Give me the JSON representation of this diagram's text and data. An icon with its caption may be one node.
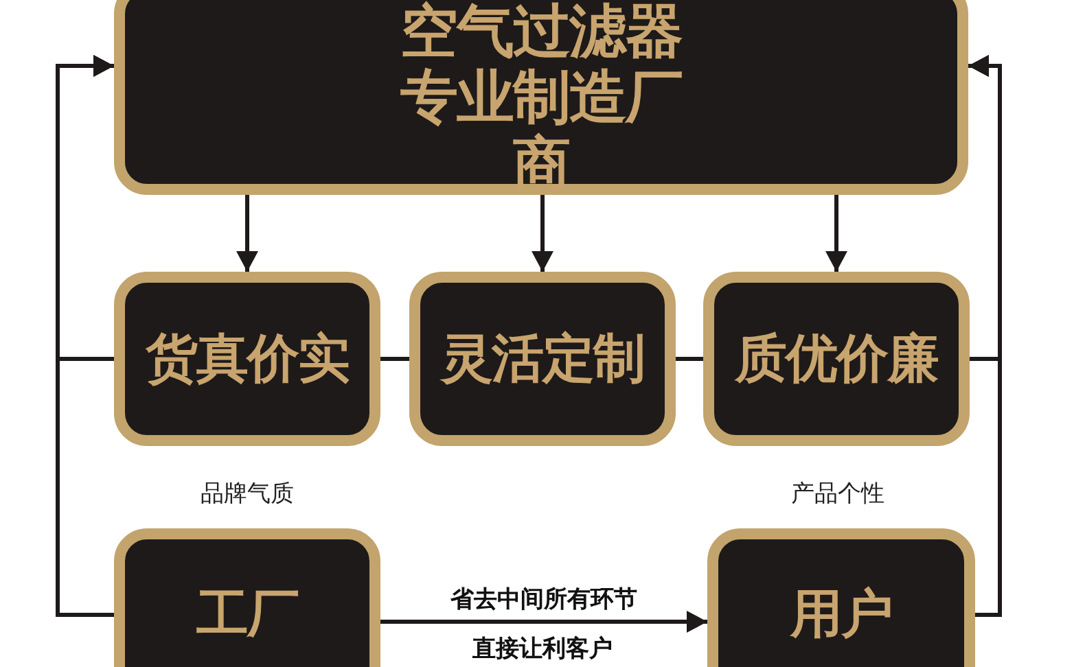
{
  "diagram": {
    "nodes": [
      {
        "text": [
          "空气过滤器专业制造厂商"
        ]
      },
      {
        "text": [
          "货真价实"
        ]
      },
      {
        "text": [
          "灵活定制"
        ]
      },
      {
        "text": [
          "质优价廉"
        ]
      },
      {
        "text": [
          "工厂"
        ],
        "beside": [
          "品牌气质"
        ]
      },
      {
        "text": [
          "用户"
        ],
        "beside": [
          "产品个性"
        ]
      }
    ],
    "edges": [
      {
        "from": 0,
        "to": 1,
        "arrow": "to"
      },
      {
        "from": 0,
        "to": 2,
        "arrow": "to"
      },
      {
        "from": 0,
        "to": 3,
        "arrow": "to"
      },
      {
        "from": 1,
        "to": 2,
        "arrow": "none"
      },
      {
        "from": 2,
        "to": 3,
        "arrow": "none"
      },
      {
        "from": 4,
        "to": 5,
        "arrow": "to",
        "label": "省去中间所有环节"
      },
      {
        "from": 4,
        "to": 0,
        "arrow": "to"
      },
      {
        "from": 1,
        "to": 0,
        "arrow": "to"
      },
      {
        "from": 5,
        "to": 0,
        "arrow": "to"
      },
      {
        "from": 3,
        "to": 0,
        "arrow": "to"
      }
    ],
    "labels": [
      "直接让利客户"
    ]
  }
}
